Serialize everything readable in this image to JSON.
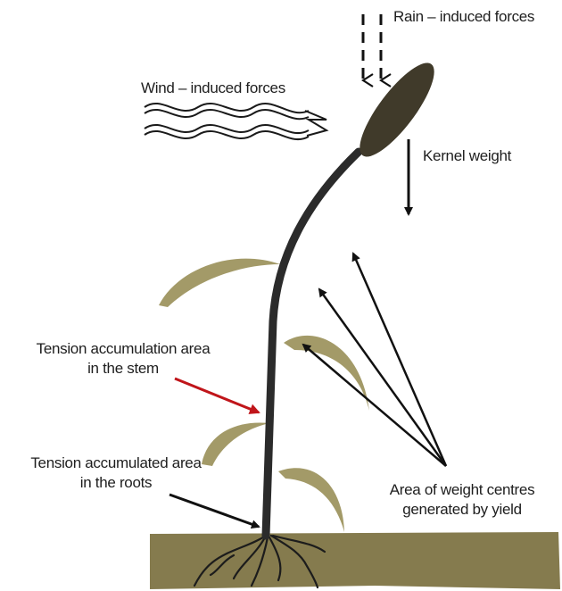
{
  "labels": {
    "rain": "Rain – induced forces",
    "wind": "Wind – induced forces",
    "kernel": "Kernel weight",
    "stem_tension_line1": "Tension accumulation area",
    "stem_tension_line2": "in the stem",
    "root_tension_line1": "Tension accumulated area",
    "root_tension_line2": "in the roots",
    "weight_centres_line1": "Area of weight centres",
    "weight_centres_line2": "generated by yield"
  },
  "colors": {
    "soil": "#857b4e",
    "leaf": "#a39a68",
    "stem": "#2b2b2b",
    "panicle": "#403a2a",
    "arrow": "#111111",
    "stem_tension_arrow": "#c0151a"
  }
}
